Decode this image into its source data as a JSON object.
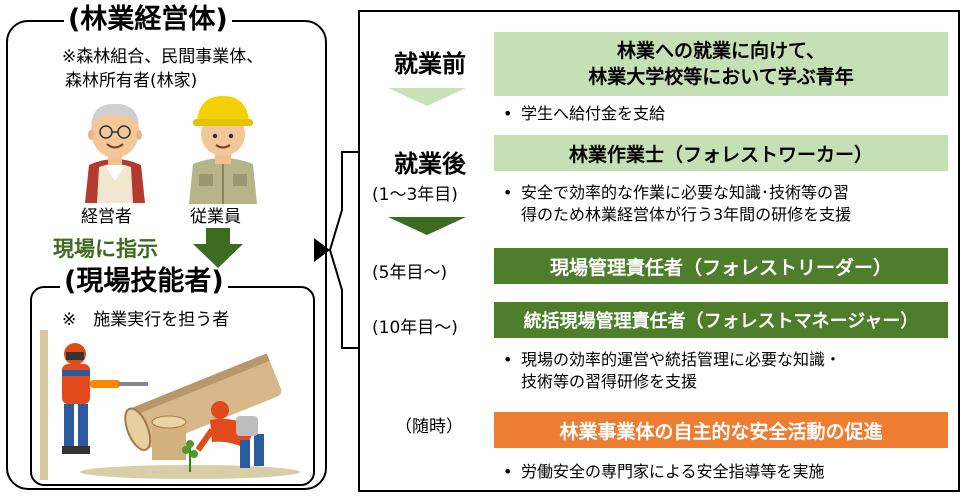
{
  "left": {
    "header_title": "(林業経営体)",
    "note_line1": "※森林組合、民間事業体、",
    "note_line2": "森林所有者(林家)",
    "manager_label": "経営者",
    "employee_label": "従業員",
    "instruction_label": "現場に指示",
    "lower_title": "(現場技能者)",
    "lower_note": "※　施業実行を担う者"
  },
  "right": {
    "stage_before": "就業前",
    "box1_line1": "林業への就業に向けて、",
    "box1_line2": "林業大学校等において学ぶ青年",
    "bullet1": "学生へ給付金を支給",
    "stage_after": "就業後",
    "after_years": "(1〜3年目)",
    "box2": "林業作業士（フォレストワーカー）",
    "bullet2_line1": "安全で効率的な作業に必要な知識･技術等の習",
    "bullet2_line2": "得のため林業経営体が行う3年間の研修を支援",
    "year5": "(5年目〜)",
    "box3": "現場管理責任者（フォレストリーダー）",
    "year10": "(10年目〜)",
    "box4": "統括現場管理責任者（フォレストマネージャー）",
    "bullet3_line1": "現場の効率的運営や統括管理に必要な知識・",
    "bullet3_line2": "技術等の習得研修を支援",
    "anytime": "（随時）",
    "box5": "林業事業体の自主的な安全活動の促進",
    "bullet4": "労働安全の専門家による安全指導等を実施",
    "bullet_mark": "•"
  },
  "colors": {
    "light_green": "#c5e0b4",
    "dark_green": "#4e7d2b",
    "orange": "#ed7d31",
    "arrow_dark": "#3e6b22",
    "arrow_light": "#c9e3b6"
  },
  "icons": [
    "elderly-manager-illustration",
    "worker-helmet-illustration",
    "down-arrow-icon",
    "forestry-workers-illustration",
    "bracket-arrow"
  ]
}
